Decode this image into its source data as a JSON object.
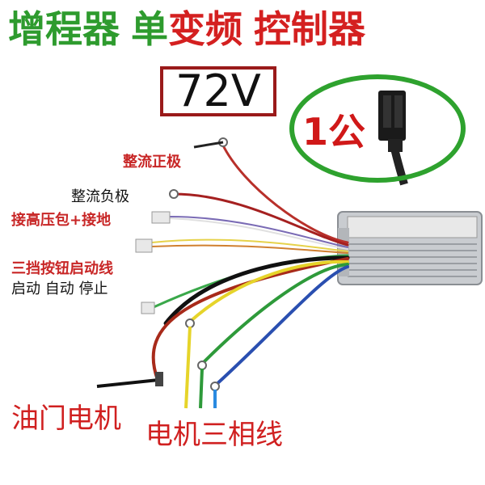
{
  "title": {
    "part1": "增程器",
    "part2": "单",
    "part3": "变频",
    "part4": "控制器"
  },
  "voltage": "72V",
  "connector_label": "1公",
  "wire_labels": {
    "rectifier_positive": "整流正极",
    "rectifier_negative": "整流负极",
    "hv_coil_ground": "接高压包+接地",
    "three_speed_button": "三挡按钮启动线",
    "modes": "启动 自动 停止",
    "throttle_motor": "油门电机",
    "motor_three_phase": "电机三相线"
  },
  "colors": {
    "title_green": "#2e9b2e",
    "title_red": "#d42020",
    "oval_green": "#2ea22e",
    "box_border": "#9a1a1a"
  }
}
